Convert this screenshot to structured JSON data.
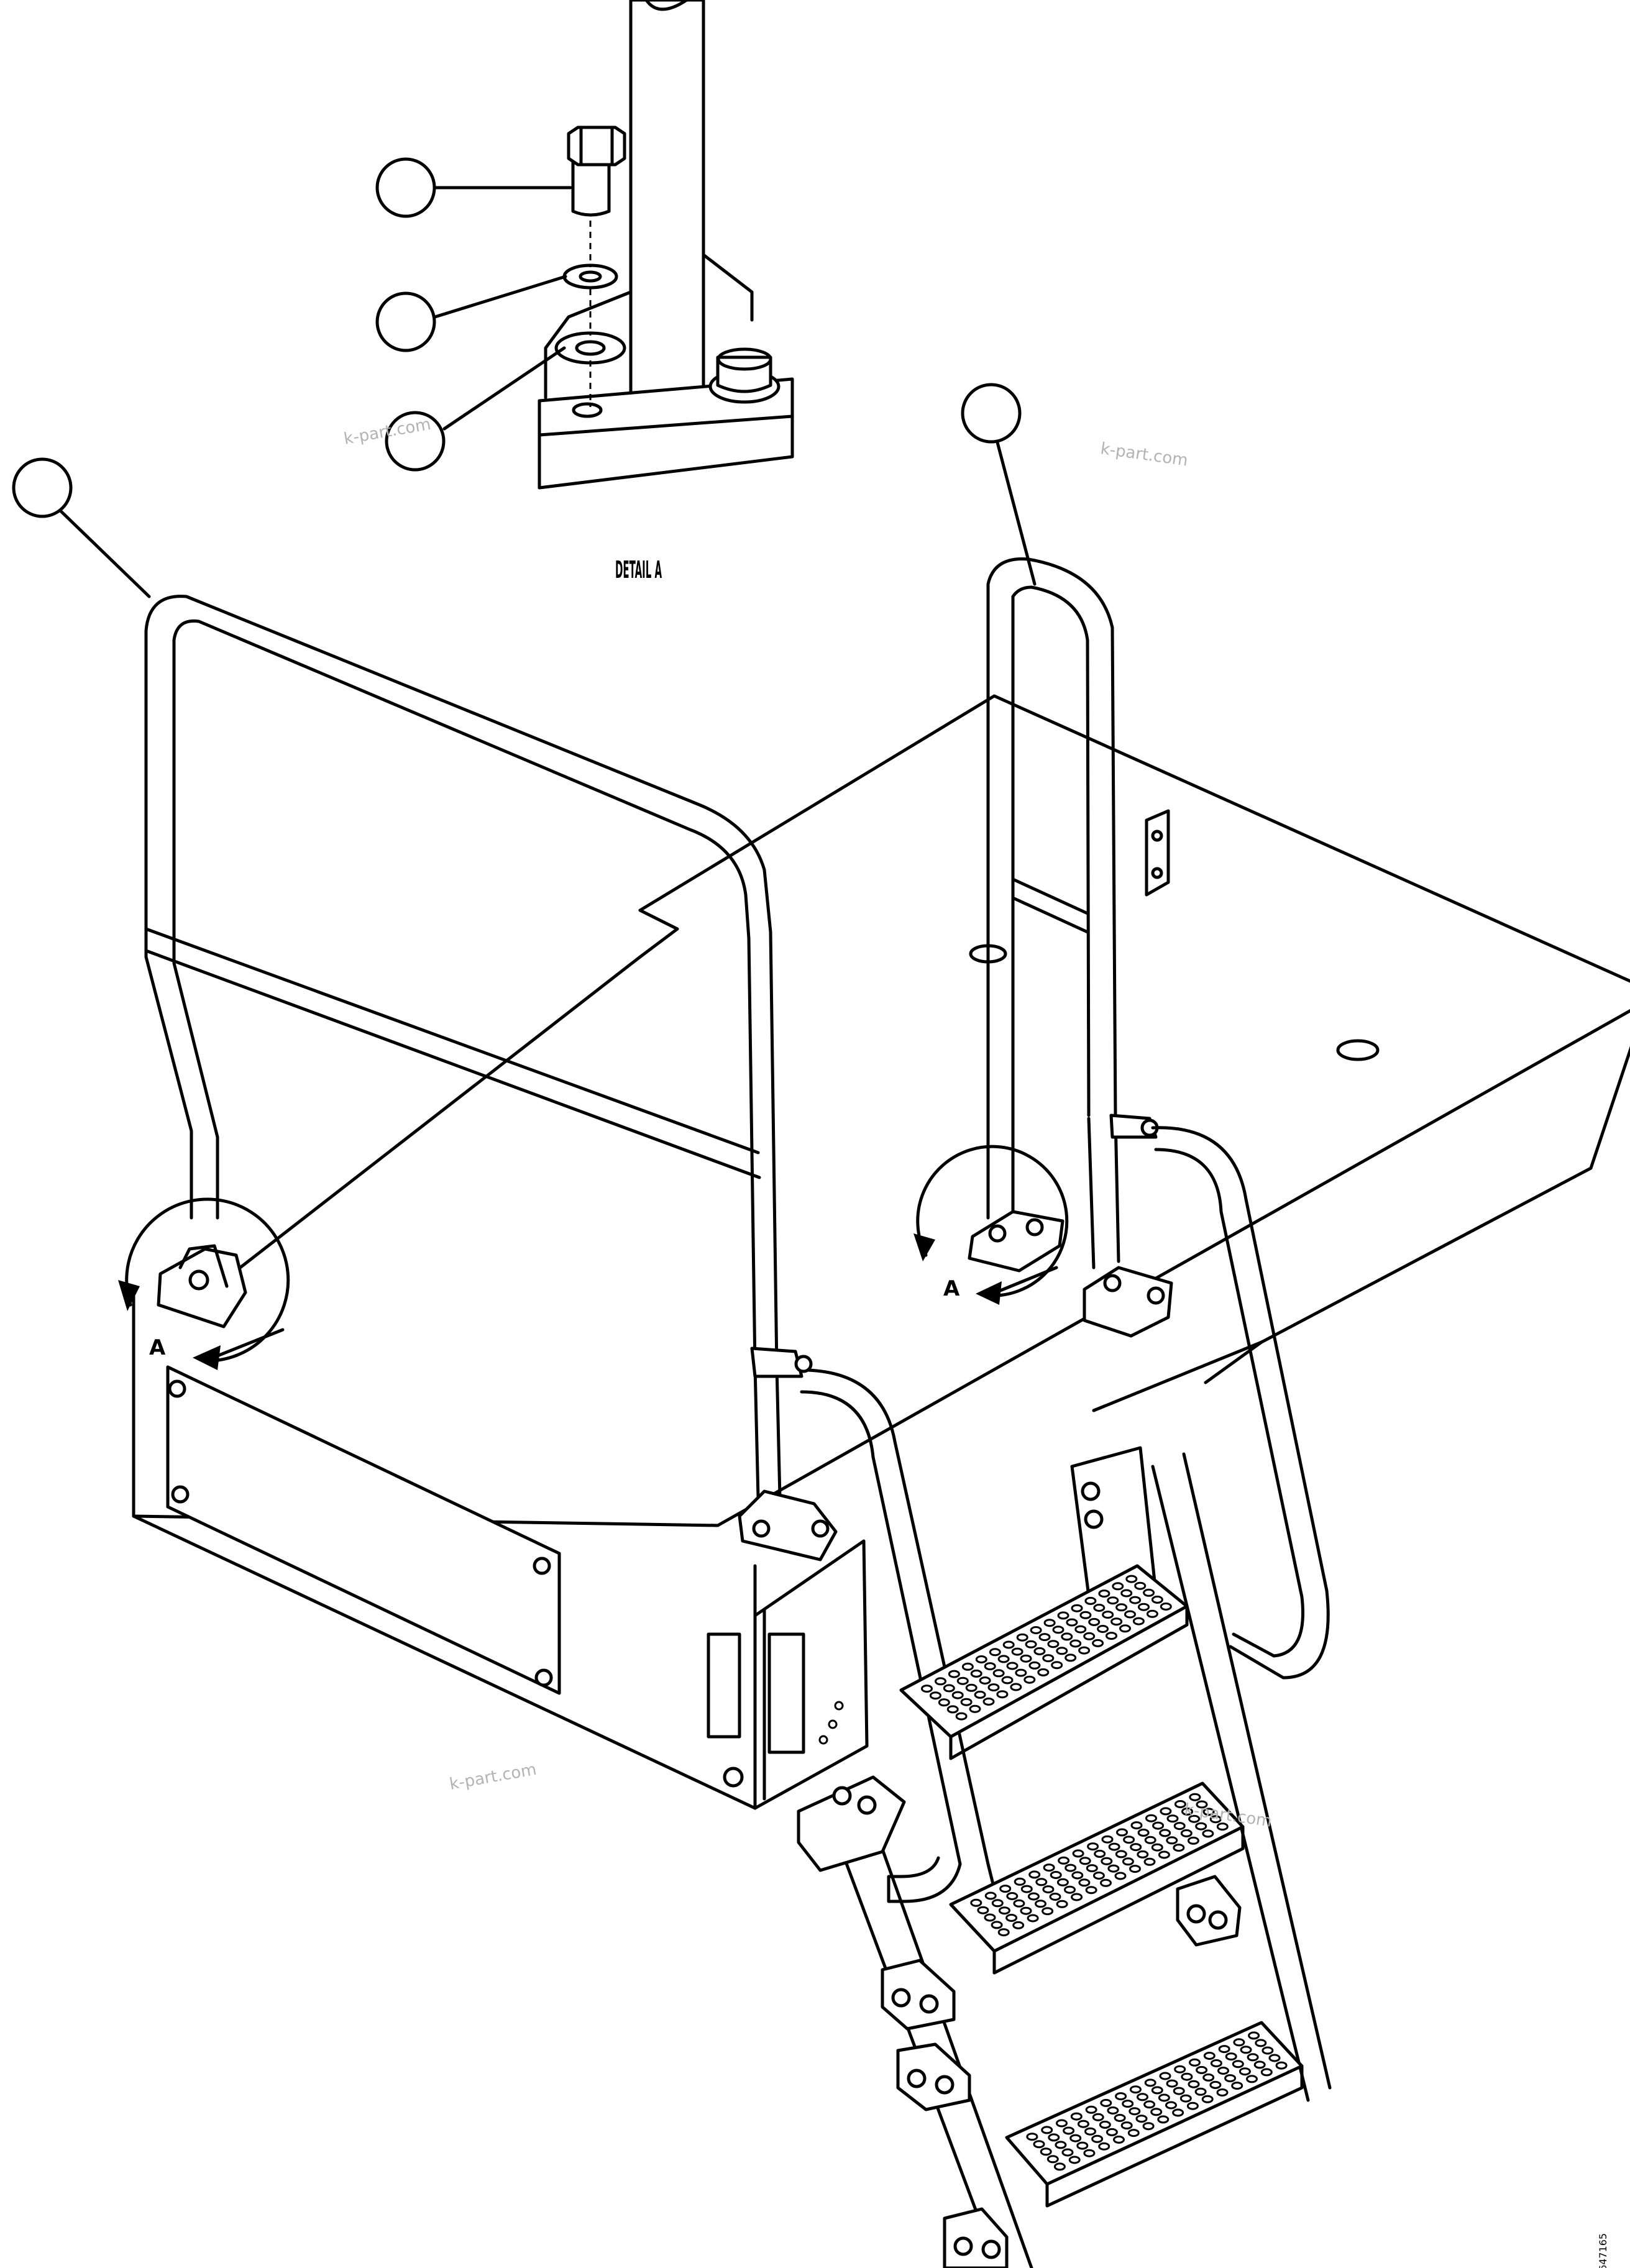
{
  "detail_label": "DETAIL A",
  "view_labels": [
    "A",
    "A"
  ],
  "watermarks": [
    "k-part.com",
    "k-part.com",
    "k-part.com",
    "k-part.com"
  ],
  "drawing_number": "647165",
  "callouts": [
    {
      "id": "callout-bolt",
      "number": ""
    },
    {
      "id": "callout-lock-washer",
      "number": ""
    },
    {
      "id": "callout-flat-washer",
      "number": ""
    },
    {
      "id": "callout-left-handrail",
      "number": ""
    },
    {
      "id": "callout-right-handrail",
      "number": ""
    }
  ]
}
